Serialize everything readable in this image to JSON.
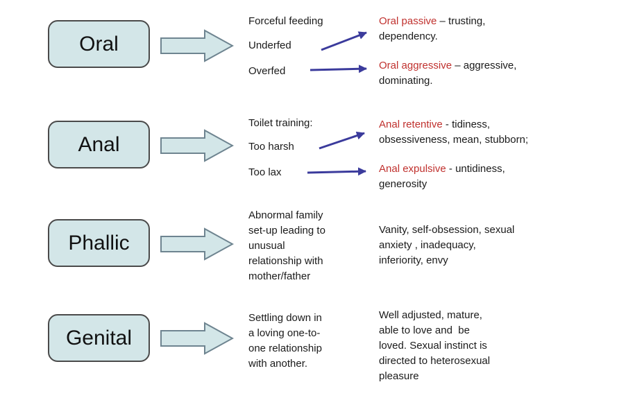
{
  "slide": {
    "colors": {
      "background": "#ffffff",
      "box_fill": "#d3e6e8",
      "box_border": "#4a4a4a",
      "block_arrow_fill": "#d3e6e8",
      "block_arrow_border": "#6e8490",
      "connector_arrow_blue": "#3b3b9c",
      "outcome_term_red": "#c0312e",
      "body_text": "#1a1a1a"
    },
    "stages": [
      {
        "label": "Oral",
        "causes": [
          "Forceful feeding",
          "Underfed",
          "Overfed"
        ],
        "outcomes": [
          {
            "term": "Oral passive",
            "rest": " – trusting, dependency."
          },
          {
            "term": "Oral aggressive",
            "rest": " – aggressive, dominating."
          }
        ]
      },
      {
        "label": "Anal",
        "causes": [
          "Toilet training:",
          "Too harsh",
          "Too lax"
        ],
        "outcomes": [
          {
            "term": "Anal retentive",
            "rest": " - tidiness, obsessiveness, mean, stubborn;"
          },
          {
            "term": "Anal expulsive",
            "rest": " - untidiness, generosity"
          }
        ]
      },
      {
        "label": "Phallic",
        "cause_lines": [
          "Abnormal family",
          "set-up leading to",
          "unusual",
          "relationship with",
          "mother/father"
        ],
        "outcome_lines": [
          "Vanity, self-obsession, sexual",
          "anxiety , inadequacy,",
          "inferiority, envy"
        ]
      },
      {
        "label": "Genital",
        "cause_lines": [
          "Settling down in",
          "a loving one-to-",
          "one relationship",
          "with another."
        ],
        "outcome_lines": [
          "Well adjusted, mature,",
          "able to love and  be",
          "loved. Sexual instinct is",
          "directed to heterosexual",
          "pleasure"
        ]
      }
    ]
  }
}
